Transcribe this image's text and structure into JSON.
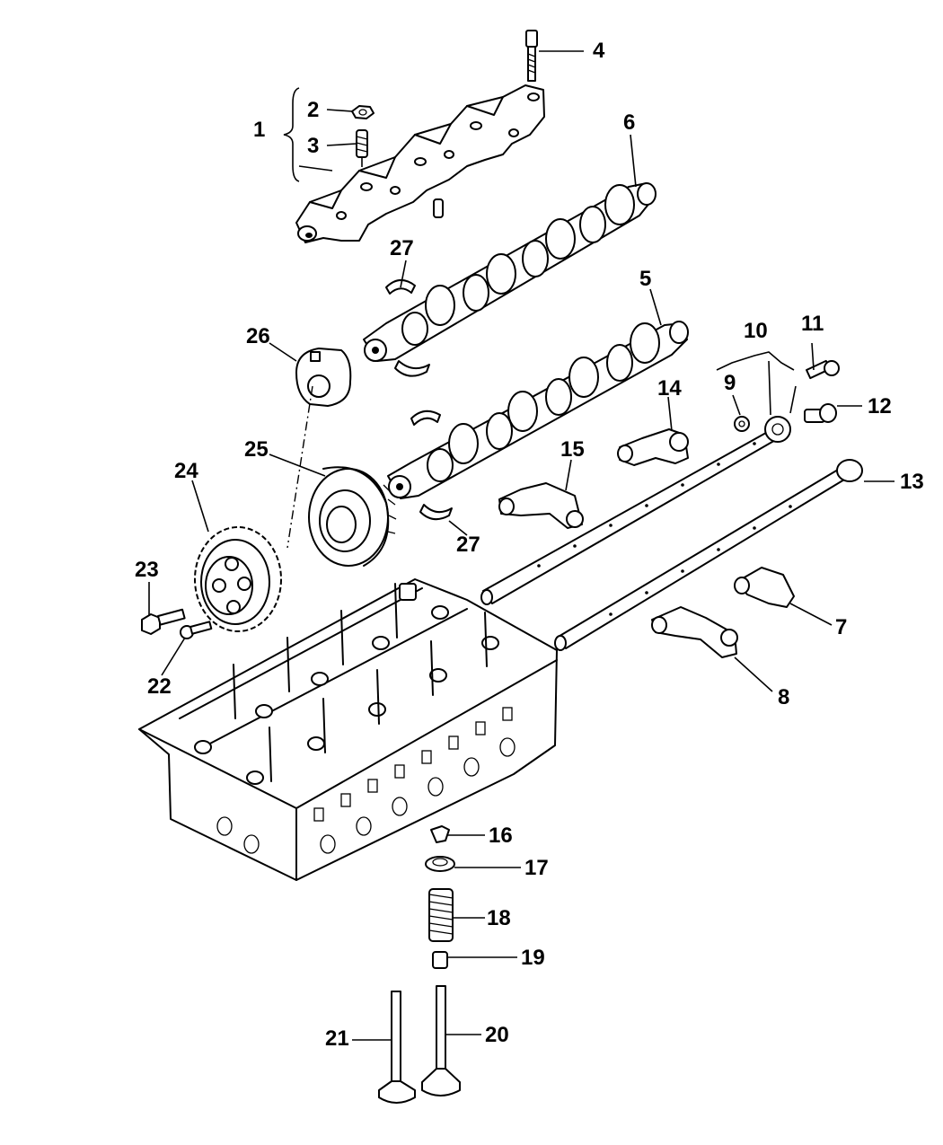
{
  "title": "Cylinder Head, Camshafts and Valvetrain",
  "callouts": [
    {
      "id": "1",
      "part": "camshaft bearing cap assembly"
    },
    {
      "id": "2",
      "part": "nut"
    },
    {
      "id": "3",
      "part": "stud"
    },
    {
      "id": "4",
      "part": "bolt"
    },
    {
      "id": "5",
      "part": "camshaft"
    },
    {
      "id": "6",
      "part": "camshaft"
    },
    {
      "id": "7",
      "part": "rocker arm"
    },
    {
      "id": "8",
      "part": "rocker arm"
    },
    {
      "id": "9",
      "part": "washer"
    },
    {
      "id": "10",
      "part": "rocker shaft assembly"
    },
    {
      "id": "11",
      "part": "bolt"
    },
    {
      "id": "12",
      "part": "plug"
    },
    {
      "id": "13",
      "part": "rocker shaft"
    },
    {
      "id": "14",
      "part": "rocker arm"
    },
    {
      "id": "15",
      "part": "rocker arm"
    },
    {
      "id": "16",
      "part": "valve keeper"
    },
    {
      "id": "17",
      "part": "spring retainer"
    },
    {
      "id": "18",
      "part": "valve spring"
    },
    {
      "id": "19",
      "part": "valve stem seal"
    },
    {
      "id": "20",
      "part": "exhaust valve"
    },
    {
      "id": "21",
      "part": "intake valve"
    },
    {
      "id": "22",
      "part": "bolt"
    },
    {
      "id": "23",
      "part": "bolt"
    },
    {
      "id": "24",
      "part": "camshaft sprocket"
    },
    {
      "id": "25",
      "part": "damper"
    },
    {
      "id": "26",
      "part": "hub"
    },
    {
      "id": "27",
      "part": "half-shell bearing"
    }
  ]
}
